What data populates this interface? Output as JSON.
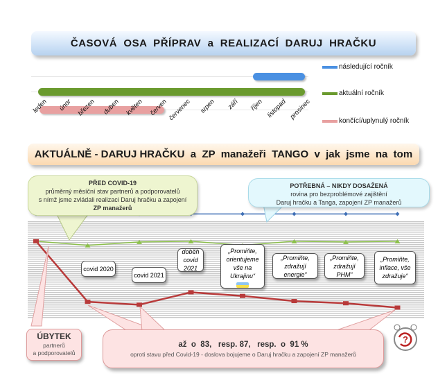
{
  "timeline": {
    "title": "ČASOVÁ  OSA  PŘÍPRAV  a  REALIZACÍ  DARUJ  HRAČKU",
    "months": [
      "leden",
      "únor",
      "březen",
      "duben",
      "květen",
      "červen",
      "červenec",
      "srpen",
      "září",
      "říjen",
      "listopad",
      "prosinec"
    ],
    "legend": [
      {
        "label": "následující ročník",
        "color": "#4a90e2",
        "start_month": "říjen",
        "end_month": "prosinec"
      },
      {
        "label": "aktuální ročník",
        "color": "#6a9a2e",
        "start_month": "leden",
        "end_month": "prosinec"
      },
      {
        "label": "končící/uplynulý ročník",
        "color": "#e8a0a0",
        "start_month": "leden",
        "end_month": "červen"
      }
    ]
  },
  "status": {
    "title": "AKTUÁLNĚ - DARUJ HRAČKU  a  ZP  manažeři  TANGO  v  jak  jsme  na  tom",
    "pre_covid": {
      "heading": "PŘED COVID-19",
      "line1": "průměrný měsíční stav partnerů a podporovatelů",
      "line2": "s nímž jsme zvládali realizaci Daruj hračku a zapojení",
      "line3": "ZP manažerů"
    },
    "needed": {
      "heading": "POTŘEBNÁ – NIKDY DOSAŽENÁ",
      "line1": "rovina pro bezproblémové zajištění",
      "line2": "Daruj hračku a Tanga, zapojení ZP manažerů"
    },
    "callouts": [
      "covid 2020",
      "covid 2021",
      "doběh covid 2021",
      "„Promiňte, orientujeme vše na Ukrajinu“",
      "„Promiňte, zdražují energie“",
      "„Promiňte, zdražují PHM“",
      "„Promiňte, inflace, vše zdražuje“"
    ],
    "loss": {
      "heading": "ÚBYTEK",
      "line1": "partnerů",
      "line2": "a podporovatelů"
    },
    "summary": {
      "headline": "až  o  83,   resp. 87,   resp.  o  91 %",
      "text": "oproti stavu před Covid-19 - doslova bojujeme o Daruj hračku a zapojení ZP manažerů"
    }
  },
  "chart_data": {
    "type": "line",
    "series": [
      {
        "color": "#3f6fb5",
        "values": [
          125,
          125,
          125,
          125,
          125,
          125,
          125,
          125
        ]
      },
      {
        "color": "#8cc04a",
        "values": [
          100,
          101,
          99,
          100,
          101,
          100,
          99,
          100
        ]
      },
      {
        "color": "#b83a3a",
        "values": [
          100,
          17,
          13,
          30,
          25,
          18,
          15,
          9
        ]
      }
    ],
    "ylim": [
      0,
      135
    ]
  }
}
